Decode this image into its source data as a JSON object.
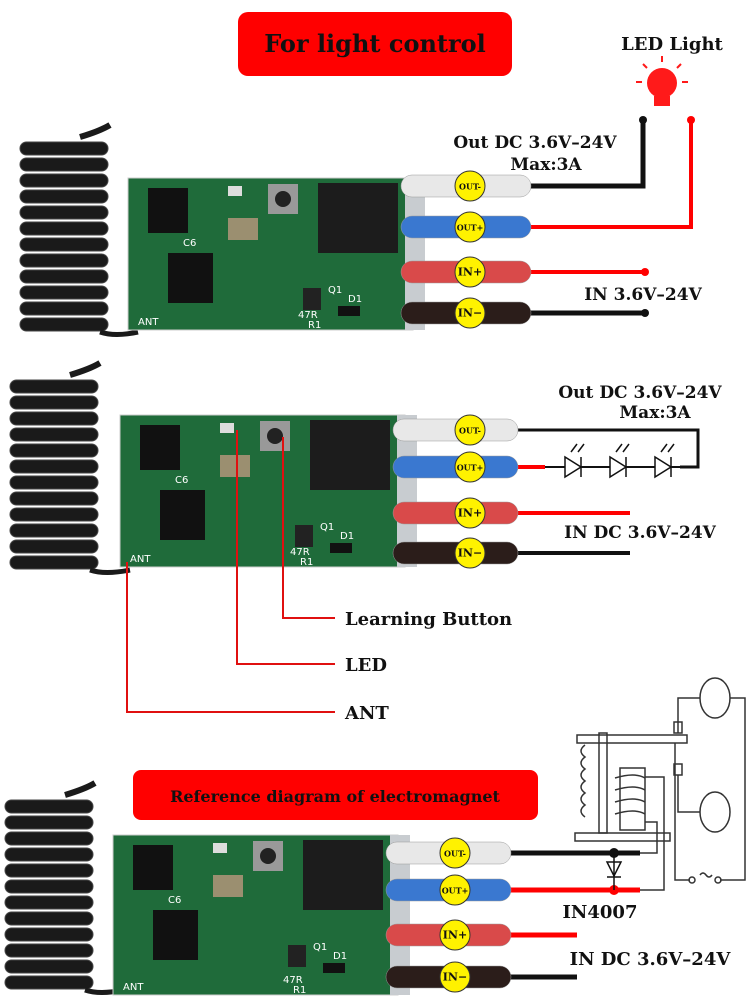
{
  "section_light": {
    "title": "For light control",
    "led_light": "LED Light",
    "out_spec": "Out DC 3.6V–24V",
    "out_max": "Max:3A",
    "in_spec": "IN 3.6V–24V"
  },
  "section_leds": {
    "out_spec": "Out DC 3.6V–24V",
    "out_max": "Max:3A",
    "in_spec": "IN DC 3.6V–24V",
    "callouts": {
      "learning_button": "Learning Button",
      "led": "LED",
      "ant": "ANT"
    }
  },
  "section_magnet": {
    "title": "Reference diagram of electromagnet",
    "diode": "IN4007",
    "in_spec": "IN DC 3.6V–24V"
  },
  "terminals": [
    "OUT-",
    "OUT+",
    "IN+",
    "IN−"
  ],
  "pcb_labels": {
    "ant": "ANT",
    "c6": "C6",
    "q1": "Q1",
    "d1": "D1",
    "r1": "R1",
    "r47": "47R"
  },
  "colors": {
    "title_box": "#ff0000",
    "wire_red": "#ff0000",
    "wire_black": "#111111",
    "pcb": "#1f6b3a",
    "badge": "#fff200"
  }
}
